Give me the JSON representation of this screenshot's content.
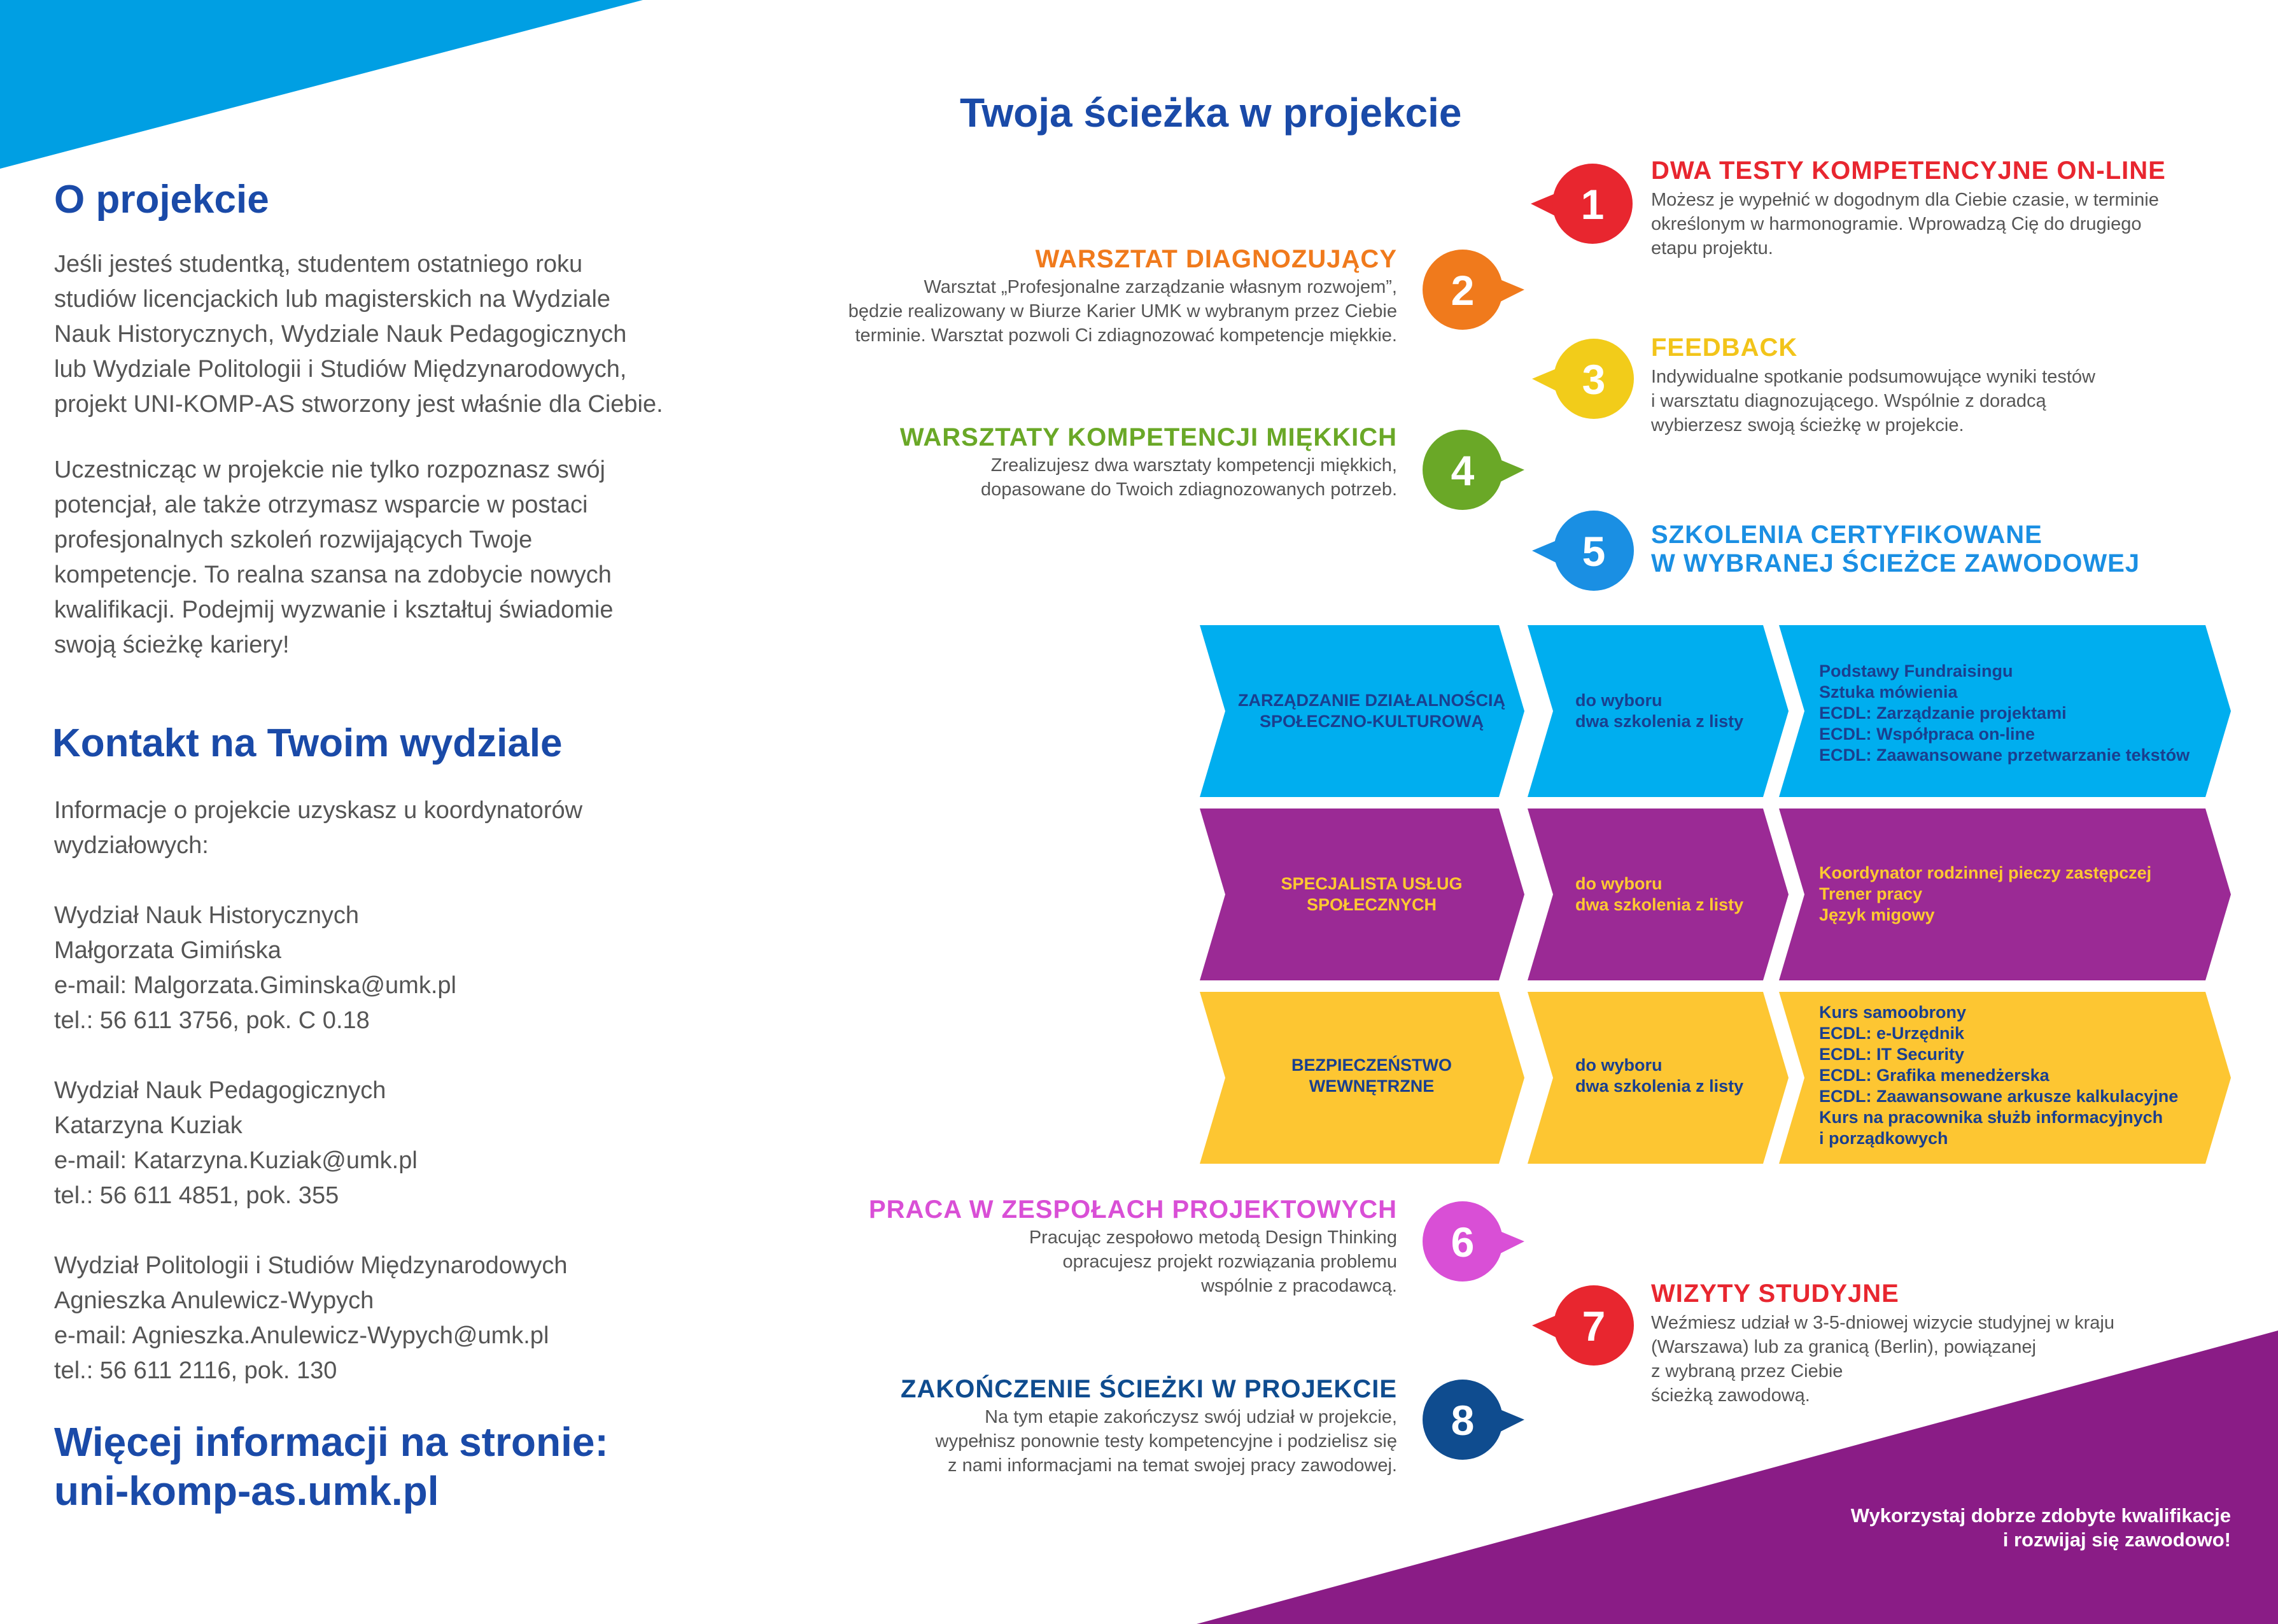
{
  "left": {
    "about_title": "O projekcie",
    "about_p1": [
      "Jeśli jesteś studentką, studentem ostatniego roku",
      "studiów licencjackich lub magisterskich na Wydziale",
      "Nauk Historycznych, Wydziale Nauk Pedagogicznych",
      "lub Wydziale Politologii i Studiów Międzynarodowych,",
      "projekt UNI-KOMP-AS stworzony jest właśnie dla Ciebie."
    ],
    "about_p2": [
      "Uczestnicząc w projekcie nie tylko rozpoznasz swój",
      "potencjał, ale także otrzymasz wsparcie w postaci",
      "profesjonalnych szkoleń rozwijających Twoje",
      "kompetencje. To realna szansa na zdobycie nowych",
      "kwalifikacji. Podejmij wyzwanie i kształtuj świadomie",
      "swoją ścieżkę kariery!"
    ],
    "contact_title": "Kontakt na Twoim wydziale",
    "contact_intro": [
      "Informacje o projekcie uzyskasz u koordynatorów",
      "wydziałowych:"
    ],
    "contacts": [
      {
        "faculty": "Wydział Nauk Historycznych",
        "name": "Małgorzata Gimińska",
        "email": "e-mail: Malgorzata.Giminska@umk.pl",
        "phone": "tel.: 56 611 3756, pok. C 0.18"
      },
      {
        "faculty": "Wydział Nauk Pedagogicznych",
        "name": "Katarzyna Kuziak",
        "email": "e-mail: Katarzyna.Kuziak@umk.pl",
        "phone": "tel.: 56 611 4851, pok. 355"
      },
      {
        "faculty": "Wydział Politologii i Studiów Międzynarodowych",
        "name": "Agnieszka Anulewicz-Wypych",
        "email": "e-mail: Agnieszka.Anulewicz-Wypych@umk.pl",
        "phone": "tel.: 56 611 2116, pok. 130"
      }
    ],
    "more_info": "Więcej informacji na stronie:",
    "website": "uni-komp-as.umk.pl"
  },
  "path": {
    "title": "Twoja ścieżka w projekcie",
    "steps": [
      {
        "num": "1",
        "color": "#e8262f",
        "title": "DWA TESTY KOMPETENCYJNE ON-LINE",
        "title_color": "#e8262f",
        "desc": [
          "Możesz je wypełnić w dogodnym dla Ciebie czasie, w terminie",
          "określonym w harmonogramie. Wprowadzą Cię do drugiego",
          "etapu projektu."
        ]
      },
      {
        "num": "2",
        "color": "#f07a1c",
        "title": "WARSZTAT DIAGNOZUJĄCY",
        "title_color": "#f07a1c",
        "desc": [
          "Warsztat „Profesjonalne zarządzanie własnym rozwojem”,",
          "będzie realizowany w Biurze Karier UMK w wybranym przez Ciebie",
          "terminie. Warsztat pozwoli Ci zdiagnozować kompetencje miękkie."
        ]
      },
      {
        "num": "3",
        "color": "#f2cc1a",
        "title": "FEEDBACK",
        "title_color": "#f2c41a",
        "desc": [
          "Indywidualne spotkanie podsumowujące wyniki testów",
          "i warsztatu diagnozującego. Wspólnie z doradcą",
          "wybierzesz swoją ścieżkę w projekcie."
        ]
      },
      {
        "num": "4",
        "color": "#6aa827",
        "title": "WARSZTATY KOMPETENCJI MIĘKKICH",
        "title_color": "#6aa827",
        "desc": [
          "Zrealizujesz dwa warsztaty kompetencji miękkich,",
          "dopasowane do Twoich zdiagnozowanych potrzeb."
        ]
      },
      {
        "num": "5",
        "color": "#1a8fe3",
        "title": "SZKOLENIA CERTYFIKOWANE",
        "title2": "W WYBRANEJ ŚCIEŻCE ZAWODOWEJ",
        "title_color": "#1a8fe3"
      },
      {
        "num": "6",
        "color": "#d94fd6",
        "title": "PRACA W ZESPOŁACH PROJEKTOWYCH",
        "title_color": "#d94fd6",
        "desc": [
          "Pracując zespołowo metodą Design Thinking",
          "opracujesz projekt rozwiązania problemu",
          "wspólnie z pracodawcą."
        ]
      },
      {
        "num": "7",
        "color": "#e8262f",
        "title": "WIZYTY STUDYJNE",
        "title_color": "#e8262f",
        "desc": [
          "Weźmiesz udział w 3-5-dniowej wizycie studyjnej w kraju",
          "(Warszawa) lub za granicą (Berlin), powiązanej",
          "z wybraną przez Ciebie",
          "ścieżką zawodową."
        ]
      },
      {
        "num": "8",
        "color": "#0f4c8f",
        "title": "ZAKOŃCZENIE ŚCIEŻKI W PROJEKCIE",
        "title_color": "#0f4c8f",
        "desc": [
          "Na tym etapie zakończysz swój udział w projekcie,",
          "wypełnisz ponownie testy kompetencyjne i podzielisz się",
          "z nami informacjami na temat swojej pracy zawodowej."
        ]
      }
    ],
    "tracks": [
      {
        "color": "#00aeef",
        "text_color": "#1a3f8f",
        "name": [
          "ZARZĄDZANIE DZIAŁALNOŚCIĄ",
          "SPOŁECZNO-KULTUROWĄ"
        ],
        "choice": [
          "do wyboru",
          "dwa szkolenia z listy"
        ],
        "courses": [
          "Podstawy Fundraisingu",
          "Sztuka mówienia",
          "ECDL: Zarządzanie projektami",
          "ECDL: Współpraca on-line",
          "ECDL: Zaawansowane przetwarzanie tekstów"
        ]
      },
      {
        "color": "#9b2a95",
        "text_color": "#ffc930",
        "name": [
          "SPECJALISTA USŁUG",
          "SPOŁECZNYCH"
        ],
        "choice": [
          "do wyboru",
          "dwa szkolenia z listy"
        ],
        "courses": [
          "Koordynator rodzinnej pieczy zastępczej",
          "Trener pracy",
          "Język migowy"
        ]
      },
      {
        "color": "#fdc632",
        "text_color": "#1a3f8f",
        "name": [
          "BEZPIECZEŃSTWO",
          "WEWNĘTRZNE"
        ],
        "choice": [
          "do wyboru",
          "dwa szkolenia z listy"
        ],
        "courses": [
          "Kurs samoobrony",
          "ECDL: e-Urzędnik",
          "ECDL: IT Security",
          "ECDL: Grafika menedżerska",
          "ECDL: Zaawansowane arkusze kalkulacyjne",
          "Kurs na pracownika służb informacyjnych",
          "i porządkowych"
        ]
      }
    ],
    "closing": [
      "Wykorzystaj dobrze zdobyte kwalifikacje",
      "i rozwijaj się zawodowo!"
    ]
  },
  "colors": {
    "heading_blue": "#1a4aa8",
    "top_corner": "#009fe3",
    "bottom_corner": "#8a1c86"
  }
}
